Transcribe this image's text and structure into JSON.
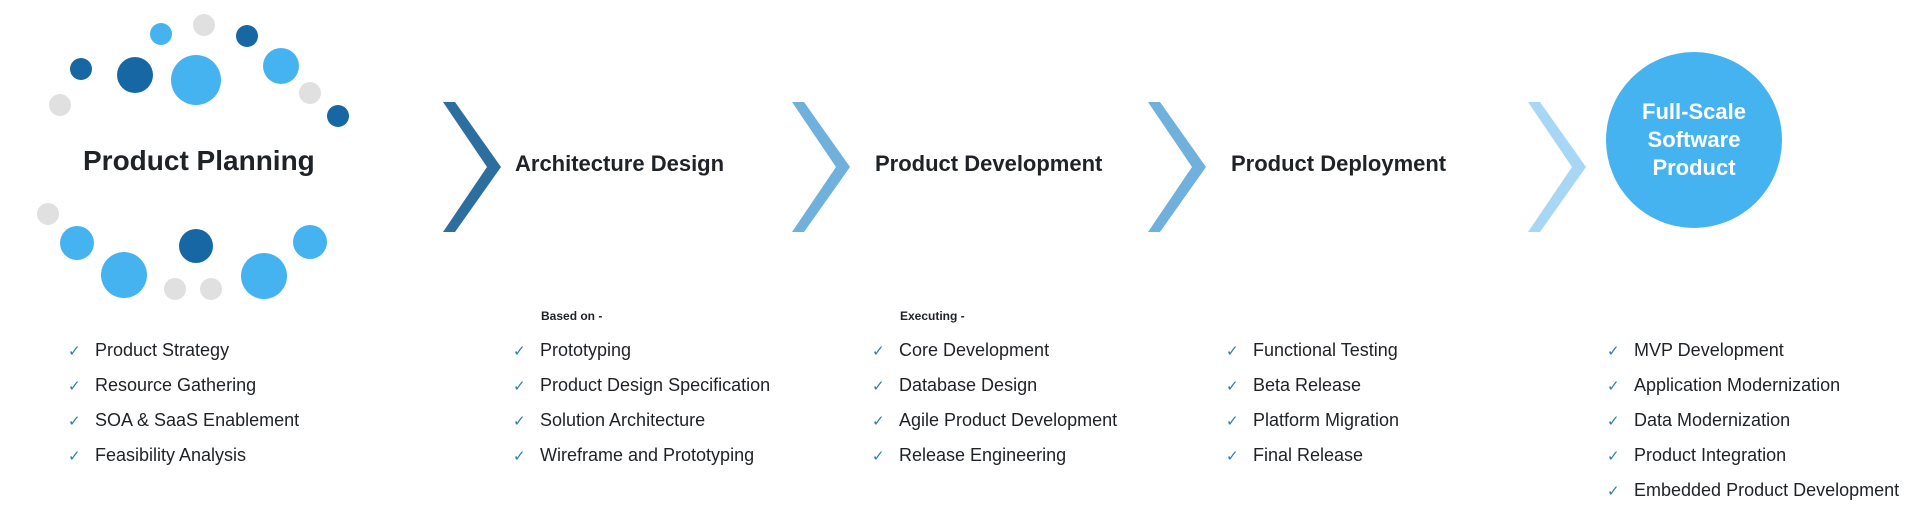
{
  "colors": {
    "dark_blue": "#1667a3",
    "light_blue": "#46b3f1",
    "grey": "#e0e0e0",
    "chevron_1": "#2c6e9e",
    "chevron_2": "#6fb0dc",
    "chevron_3": "#6fb0dc",
    "chevron_4": "#a7d7f5",
    "check": "#2e7fa8"
  },
  "stages": [
    {
      "title": "Product Planning",
      "items": [
        "Product Strategy",
        "Resource Gathering",
        "SOA & SaaS Enablement",
        "Feasibility Analysis"
      ]
    },
    {
      "title": "Architecture Design",
      "caption": "Based on -",
      "items": [
        "Prototyping",
        "Product Design Specification",
        "Solution Architecture",
        "Wireframe and Prototyping"
      ]
    },
    {
      "title": "Product Development",
      "caption": "Executing -",
      "items": [
        "Core Development",
        "Database Design",
        "Agile Product Development",
        "Release Engineering"
      ]
    },
    {
      "title": "Product Deployment",
      "items": [
        "Functional Testing",
        "Beta Release",
        "Platform Migration",
        "Final Release"
      ]
    },
    {
      "title": "Full-Scale Software Product",
      "items": [
        "MVP Development",
        "Application Modernization",
        "Data Modernization",
        "Product Integration",
        "Embedded Product Development"
      ]
    }
  ],
  "check_glyph": "✓"
}
